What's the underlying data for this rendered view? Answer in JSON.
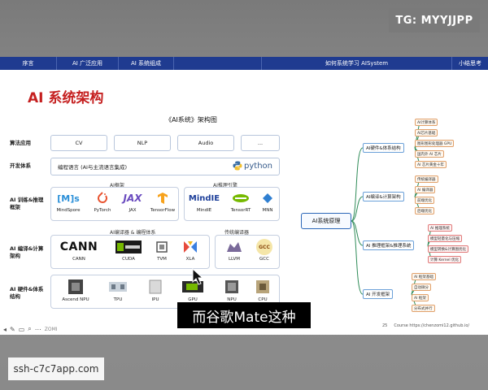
{
  "watermarks": {
    "top_right": "TG: MYYJJPP",
    "bottom_left": "ssh-c7c7app.com"
  },
  "navbar": {
    "items": [
      "序言",
      "AI 广泛应用",
      "AI 系统组成",
      "",
      "如何系统学习 AISystem",
      "小结思考"
    ]
  },
  "slide": {
    "title": "AI 系统架构",
    "arch_title": "《AI系统》架构图",
    "rows": {
      "apps": {
        "label": "算法应用",
        "items": [
          "CV",
          "NLP",
          "Audio",
          "..."
        ]
      },
      "dev": {
        "label": "开发体系",
        "text": "编程语言 (AI与主流语言集成)",
        "python": "python"
      },
      "train": {
        "label": "AI 训练&推理框架",
        "left_title": "AI框架",
        "right_title": "AI推理引擎",
        "left_items": [
          "MindSpore",
          "PyTorch",
          "JAX",
          "TensorFlow"
        ],
        "right_items": [
          "MindIE",
          "TensorRT",
          "MNN"
        ],
        "logos": {
          "mindspore": "[M]s",
          "mindie": "MindIE"
        }
      },
      "compile": {
        "label": "AI 编译&计算架构",
        "left_title": "AI编译器 & 编程体系",
        "right_title": "传统编译器",
        "left_items": [
          "CANN",
          "CUDA",
          "TVM",
          "XLA"
        ],
        "right_items": [
          "LLVM",
          "GCC"
        ],
        "logos": {
          "cann": "CANN",
          "gcc": "GCC"
        }
      },
      "hw": {
        "label": "AI 硬件&体系结构",
        "items": [
          "Ascend NPU",
          "TPU",
          "IPU",
          "GPU",
          "NPU",
          "CPU"
        ]
      }
    },
    "mindmap": {
      "root": "AI系统原理",
      "branches": [
        {
          "name": "AI硬件&体系结构",
          "leaves": [
            "AI计算体系",
            "AI芯片基础",
            "图形图形处理器 GPU",
            "国内外 AI 芯片",
            "AI 芯片黄金十年"
          ]
        },
        {
          "name": "AI编译&计算架构",
          "leaves": [
            "传统编译器",
            "AI 编译器",
            "前端优化",
            "后端优化"
          ]
        },
        {
          "name": "AI 推理框架&推理系统",
          "leaves": [
            "AI 推理系统",
            "模型轻量化与压缩",
            "模型转换&计算图优化",
            "计算 Kernel 优化"
          ]
        },
        {
          "name": "AI 开发框架",
          "leaves": [
            "AI 框架基础",
            "自动微分",
            "AI 框架",
            "分布式并行"
          ]
        }
      ]
    },
    "footer": {
      "page": "25",
      "course": "Course https://chenzomi12.github.io/"
    },
    "player_logo": "ZOMI"
  },
  "caption": "而谷歌Mate这种",
  "colors": {
    "navbar": "#1f3b90",
    "title": "#c52020",
    "accent": "#2b66b8"
  }
}
